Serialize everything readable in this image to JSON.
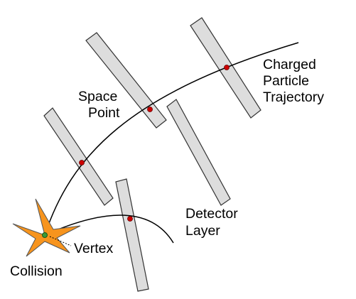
{
  "labels": {
    "trajectory": [
      "Charged",
      "Particle",
      "Trajectory"
    ],
    "space_point": [
      "Space",
      "Point"
    ],
    "detector_layer": [
      "Detector",
      "Layer"
    ],
    "vertex": "Vertex",
    "collision": "Collision"
  },
  "colors": {
    "detector_fill": "#dddddd",
    "detector_stroke": "#333333",
    "track": "#000000",
    "hit": "#cc0000",
    "collision_fill": "#f7941d",
    "vertex_fill": "#3a9a3a"
  }
}
